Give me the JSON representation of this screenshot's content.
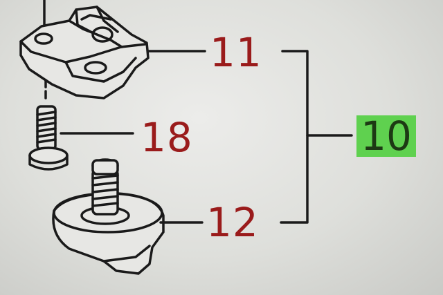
{
  "callouts": {
    "part_11": "11",
    "part_18": "18",
    "part_12": "12",
    "assembly_10": "10"
  },
  "colors": {
    "callout_text": "#9a1b1b",
    "highlight": "#5fd14f",
    "highlight_text": "#1d3a14",
    "line_art": "#1a1a1a"
  }
}
